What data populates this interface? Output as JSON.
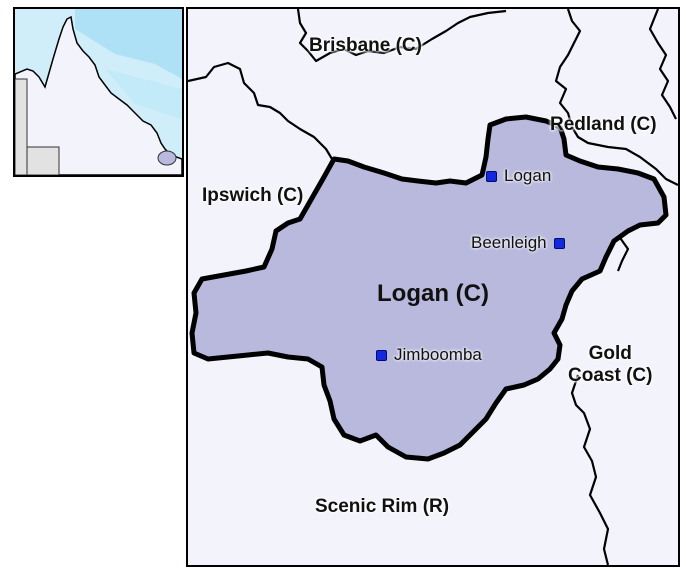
{
  "inset": {
    "colors": {
      "sea": "#cfeefa",
      "sea_deep": "#9fdcf3",
      "land": "#f3f3fb",
      "neighbour": "#e2e2e2",
      "locator": "#b8b9dc"
    }
  },
  "map": {
    "focus_region": {
      "name": "Logan (C)",
      "fill": "#b8b9dc",
      "outline": "#000000"
    },
    "neighbours": [
      {
        "name": "Brisbane (C)"
      },
      {
        "name": "Redland (C)"
      },
      {
        "name": "Ipswich (C)"
      },
      {
        "name": "Gold\nCoast (C)"
      },
      {
        "name": "Scenic Rim (R)"
      }
    ],
    "towns": [
      {
        "name": "Logan"
      },
      {
        "name": "Beenleigh"
      },
      {
        "name": "Jimboomba"
      }
    ],
    "colors": {
      "background": "#f3f3fb",
      "town_marker": "#1428e0",
      "boundary": "#000000"
    }
  }
}
